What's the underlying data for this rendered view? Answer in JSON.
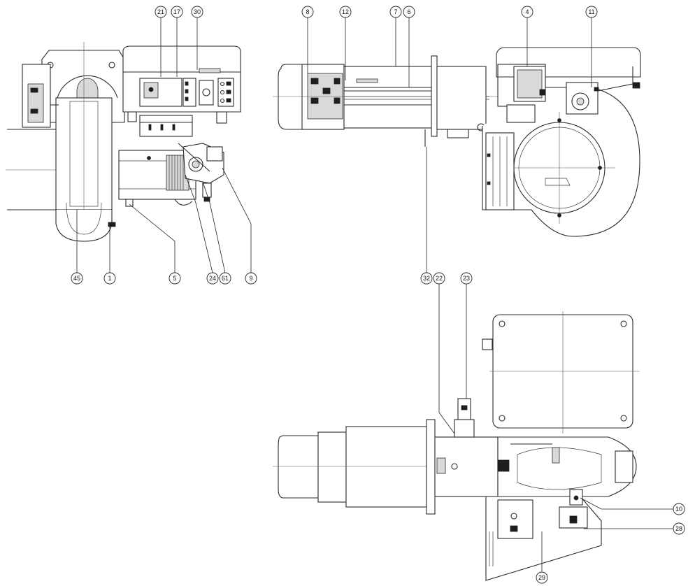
{
  "callouts": {
    "c21": "21",
    "c17": "17",
    "c30": "30",
    "c8": "8",
    "c12": "12",
    "c7": "7",
    "c6": "6",
    "c4": "4",
    "c11": "11",
    "c45": "45",
    "c1": "1",
    "c5": "5",
    "c24": "24",
    "c61": "61",
    "c9": "9",
    "c32": "32",
    "c22": "22",
    "c23": "23",
    "c10": "10",
    "c28": "28",
    "c29": "29"
  }
}
